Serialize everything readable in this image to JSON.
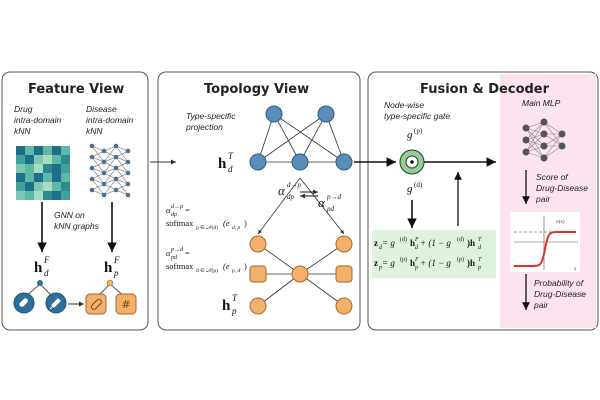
{
  "panels": {
    "feature": {
      "title": "Feature View",
      "drug_label_1": "Drug",
      "drug_label_2": "intra-domain",
      "drug_label_3": "kNN",
      "disease_label_1": "Disease",
      "disease_label_2": "intra-domain",
      "disease_label_3": "kNN",
      "gnn_label_1": "GNN on",
      "gnn_label_2": "kNN graphs",
      "h_drug": "h",
      "h_drug_sup": "F",
      "h_drug_sub": "d",
      "h_dis": "h",
      "h_dis_sup": "F",
      "h_dis_sub": "p"
    },
    "topology": {
      "title": "Topology View",
      "proj_1": "Type-specific",
      "proj_2": "projection",
      "h_top": "h",
      "h_top_sup": "T",
      "h_top_sub": "d",
      "h_bot": "h",
      "h_bot_sup": "T",
      "h_bot_sub": "p",
      "alpha_dp": "α",
      "alpha_dp_sup": "d→p",
      "alpha_dp_sub": "dp",
      "alpha_pd": "α",
      "alpha_pd_sup": "p→d",
      "alpha_pd_sub": "pd",
      "eq1_lhs": "α",
      "eq1_lhs_sup": "d→p",
      "eq1_lhs_sub": "dp",
      "eq1_rhs": "softmax",
      "eq1_rhs_sub": "p ∈ 𝒩(d)",
      "eq1_arg": "(e",
      "eq1_arg_sub": "d, p",
      "eq2_lhs": "α",
      "eq2_lhs_sup": "p→d",
      "eq2_lhs_sub": "pd",
      "eq2_rhs": "softmax",
      "eq2_rhs_sub": "d ∈ 𝒩(p)",
      "eq2_arg": "(e",
      "eq2_arg_sub": "p, d"
    },
    "fusion": {
      "title": "Fusion & Decoder",
      "gate_1": "Node-wise",
      "gate_2": "type-specific gate",
      "gate_top": "g",
      "gate_top_sup": "(p)",
      "gate_bot": "g",
      "gate_bot_sup": "(d)",
      "zd": "z",
      "zd_sub": "d",
      "zd_rhs": " = g",
      "zd_rhs_sup": "(d)",
      "zd_rest": "h",
      "zd_rest_sup": "F",
      "zd_rest_sub": "d",
      "zd_tail": " + (1 − g",
      "zd_tail_sup": "(d)",
      "zd_tail_rest": ")h",
      "zd_tail_rest_sup": "T",
      "zd_tail_rest_sub": "d",
      "zp": "z",
      "zp_sub": "p",
      "zp_rhs": " = g",
      "zp_rhs_sup": "(p)",
      "zp_rest": "h",
      "zp_rest_sup": "F",
      "zp_rest_sub": "p",
      "zp_tail": " + (1 − g",
      "zp_tail_sup": "(p)",
      "zp_tail_rest": ")h",
      "zp_tail_rest_sup": "T",
      "zp_tail_rest_sub": "p",
      "mlp_label": "Main MLP",
      "score_1": "Score of",
      "score_2": "Drug-Disease",
      "score_3": "pair",
      "prob_1": "Probability of",
      "prob_2": "Drug-Disease",
      "prob_3": "pair",
      "sigmoid_label": "σ(x)",
      "sigmoid_x": "x"
    }
  },
  "colors": {
    "drug_blue": "#5b8db8",
    "drug_dark": "#2f6f9c",
    "disease_orange": "#f2b06a",
    "gate_green": "#8fcf8f",
    "fusion_bg": "#dff2dd",
    "mlp_bg": "#fbe3f0",
    "sigmoid_red": "#d9342b",
    "heatmap": [
      "#1f6f8b",
      "#2b8a8e",
      "#3fa39b",
      "#5db8a6",
      "#7cc8b0",
      "#a8dcc0"
    ]
  },
  "icons": [
    "pill-icon",
    "syringe-icon",
    "bandage-icon",
    "virus-icon"
  ]
}
